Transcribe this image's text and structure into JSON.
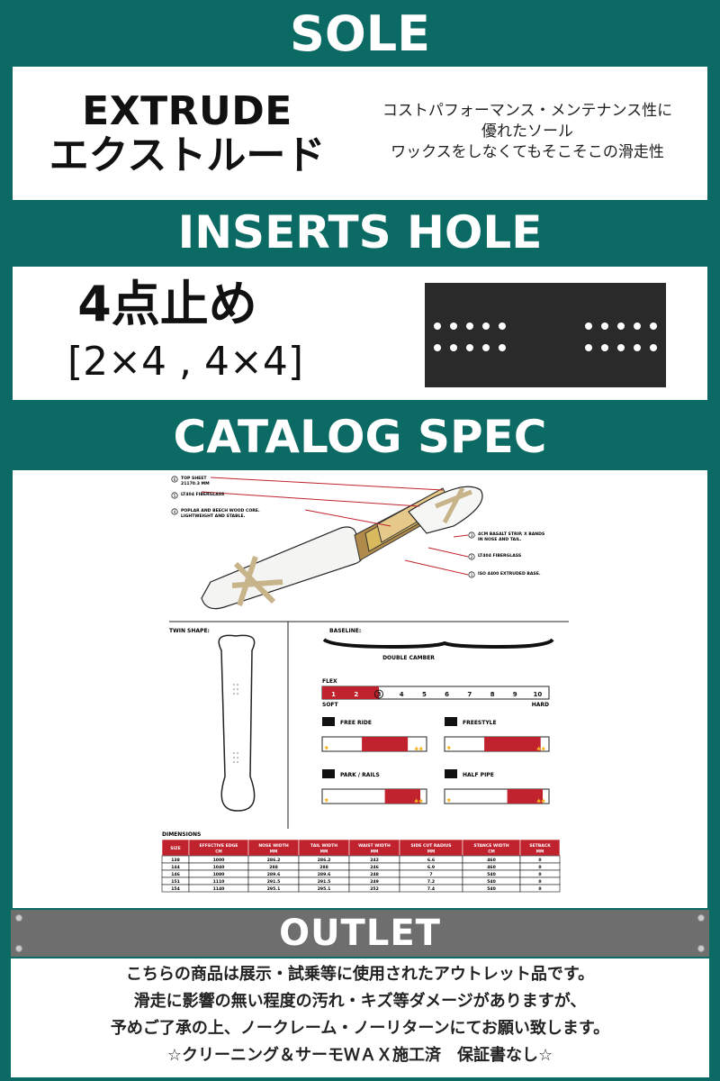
{
  "sole": {
    "header": "SOLE",
    "name_en": "EXTRUDE",
    "name_ja": "エクストルード",
    "desc": [
      "コストパフォーマンス・メンテナンス性に",
      "優れたソール",
      "ワックスをしなくてもそこそこの滑走性"
    ]
  },
  "inserts": {
    "header": "INSERTS HOLE",
    "title": "4点止め",
    "sub": "[2×4 , 4×4]"
  },
  "catalog": {
    "header": "CATALOG SPEC",
    "layers": [
      {
        "num": "6",
        "text": "TOP SHEET",
        "sub": "21170.3 MM"
      },
      {
        "num": "5",
        "text": "LT404 FIBERGLASS",
        "sub": ""
      },
      {
        "num": "4",
        "text": "POPLAR AND BEECH WOOD CORE.",
        "sub": "LIGHTWEIGHT AND STABLE."
      },
      {
        "num": "3",
        "text": "4CM BASALT STRIP, X BANDS",
        "sub": "IN NOSE AND TAIL."
      },
      {
        "num": "2",
        "text": "LT404 FIBERGLASS",
        "sub": ""
      },
      {
        "num": "1",
        "text": "ISO 4400 EXTRUDED BASE.",
        "sub": ""
      }
    ],
    "twin_shape": "TWIN SHAPE:",
    "baseline": "BASELINE:",
    "camber": "DOUBLE CAMBER",
    "flex": {
      "label": "FLEX",
      "scale": [
        "1",
        "2",
        "3",
        "4",
        "5",
        "6",
        "7",
        "8",
        "9",
        "10"
      ],
      "value": 3,
      "soft": "SOFT",
      "hard": "HARD"
    },
    "ratings": [
      {
        "name": "FREE RIDE",
        "from": 0.38,
        "to": 0.82
      },
      {
        "name": "FREESTYLE",
        "from": 0.38,
        "to": 0.92
      },
      {
        "name": "PARK / RAILS",
        "from": 0.6,
        "to": 0.94
      },
      {
        "name": "HALF PIPE",
        "from": 0.6,
        "to": 0.94
      }
    ],
    "dimensions": {
      "title": "DIMENSIONS",
      "headers": [
        "SIZE",
        "EFFECTIVE EDGE CM",
        "NOSE WIDTH MM",
        "TAIL WIDTH MM",
        "WAIST WIDTH MM",
        "SIDE CUT RADIUS MM",
        "STANCE WIDTH CM",
        "SETBACK MM"
      ],
      "rows": [
        [
          "138",
          "1000",
          "286.2",
          "286.2",
          "242",
          "6.6",
          "460",
          "0"
        ],
        [
          "144",
          "1040",
          "288",
          "288",
          "246",
          "6.9",
          "460",
          "0"
        ],
        [
          "146",
          "1080",
          "289.6",
          "289.6",
          "248",
          "7",
          "540",
          "0"
        ],
        [
          "151",
          "1110",
          "291.5",
          "291.5",
          "249",
          "7.2",
          "540",
          "0"
        ],
        [
          "154",
          "1140",
          "295.1",
          "295.1",
          "252",
          "7.4",
          "540",
          "0"
        ]
      ]
    }
  },
  "outlet": {
    "label": "OUTLET",
    "notes": [
      "こちらの商品は展示・試乗等に使用されたアウトレット品です。",
      "滑走に影響の無い程度の汚れ・キズ等ダメージがありますが、",
      "予めご了承の上、ノークレーム・ノーリターンにてお願い致します。",
      "☆クリーニング＆サーモＷＡＸ施工済　保証書なし☆"
    ]
  },
  "colors": {
    "teal": "#0b6a63",
    "spec_red": "#c0222e",
    "outlet_grey": "#6e6e6e"
  }
}
